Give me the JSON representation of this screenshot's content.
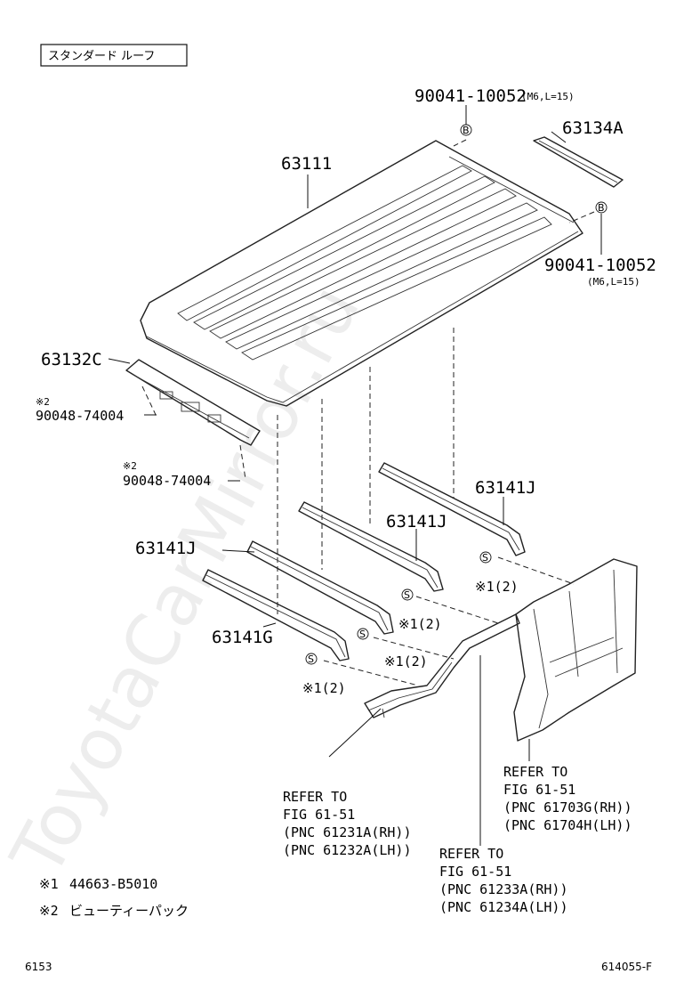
{
  "title_box": "スタンダード ルーフ",
  "watermark": "ToyotaCarMirror.ru",
  "parts": {
    "roof_panel": "63111",
    "roof_rail_rear": "63134A",
    "roof_rail_front": "63132C",
    "bow_1": "63141J",
    "bow_2": "63141J",
    "bow_3": "63141J",
    "bow_4": "63141G",
    "bolt_top": "90041-10052",
    "bolt_top_spec": "(M6,L=15)",
    "bolt_right": "90041-10052",
    "bolt_right_spec": "(M6,L=15)",
    "clip_1": "90048-74004",
    "clip_1_mark": "※2",
    "clip_2": "90048-74004",
    "clip_2_mark": "※2"
  },
  "markers": {
    "b": "B",
    "s": "S",
    "s_note": "※1(2)"
  },
  "refs": {
    "ref1": [
      "REFER TO",
      "FIG 61-51",
      "(PNC 61231A(RH))",
      "(PNC 61232A(LH))"
    ],
    "ref2": [
      "REFER TO",
      "FIG 61-51",
      "(PNC 61233A(RH))",
      "(PNC 61234A(LH))"
    ],
    "ref3": [
      "REFER TO",
      "FIG 61-51",
      "(PNC 61703G(RH))",
      "(PNC 61704H(LH))"
    ]
  },
  "notes": {
    "note1_mark": "※1",
    "note1_text": "44663-B5010",
    "note2_mark": "※2",
    "note2_text": "ビューティーパック"
  },
  "footer": {
    "left": "6153",
    "right": "614055-F"
  }
}
